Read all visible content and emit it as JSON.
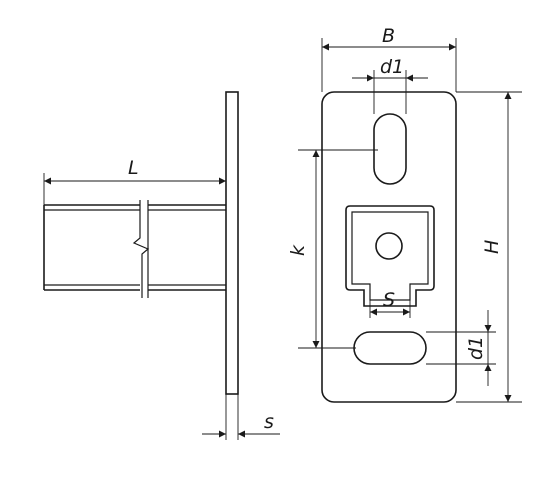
{
  "labels": {
    "L": "L",
    "s_small": "s",
    "B": "B",
    "d1_top": "d1",
    "k": "k",
    "H": "H",
    "S": "S",
    "d1_side": "d1"
  }
}
